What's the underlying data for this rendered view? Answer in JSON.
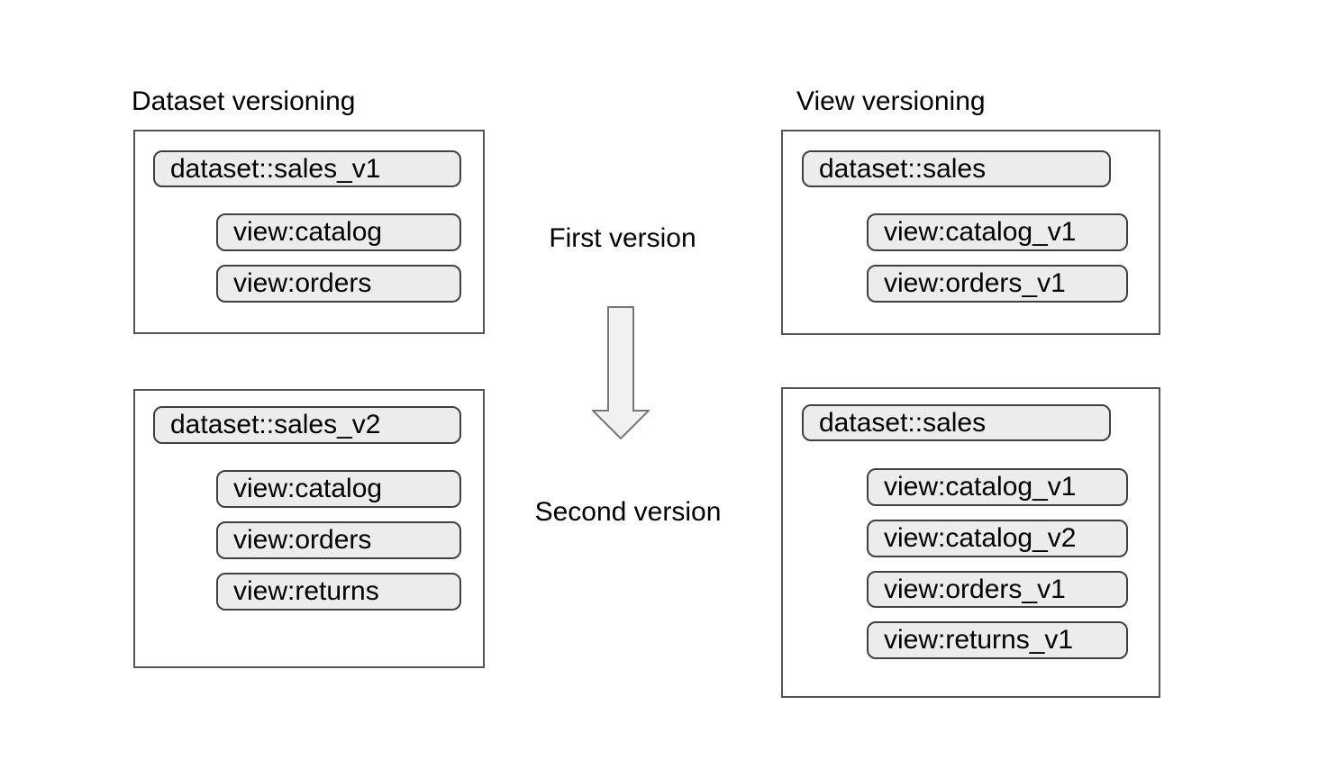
{
  "diagram": {
    "columns": [
      {
        "title": "Dataset versioning",
        "boxes": [
          {
            "dataset": "dataset::sales_v1",
            "views": [
              "view:catalog",
              "view:orders"
            ]
          },
          {
            "dataset": "dataset::sales_v2",
            "views": [
              "view:catalog",
              "view:orders",
              "view:returns"
            ]
          }
        ]
      },
      {
        "title": "View versioning",
        "boxes": [
          {
            "dataset": "dataset::sales",
            "views": [
              "view:catalog_v1",
              "view:orders_v1"
            ]
          },
          {
            "dataset": "dataset::sales",
            "views": [
              "view:catalog_v1",
              "view:catalog_v2",
              "view:orders_v1",
              "view:returns_v1"
            ]
          }
        ]
      }
    ],
    "center": {
      "first_label": "First version",
      "second_label": "Second version",
      "arrow_icon": "down-block-arrow"
    },
    "colors": {
      "background": "#ffffff",
      "pill_fill": "#ececec",
      "pill_border": "#404040",
      "box_border": "#545454",
      "arrow_fill": "#f1f1f1",
      "arrow_border": "#767676",
      "text": "#000000"
    }
  }
}
